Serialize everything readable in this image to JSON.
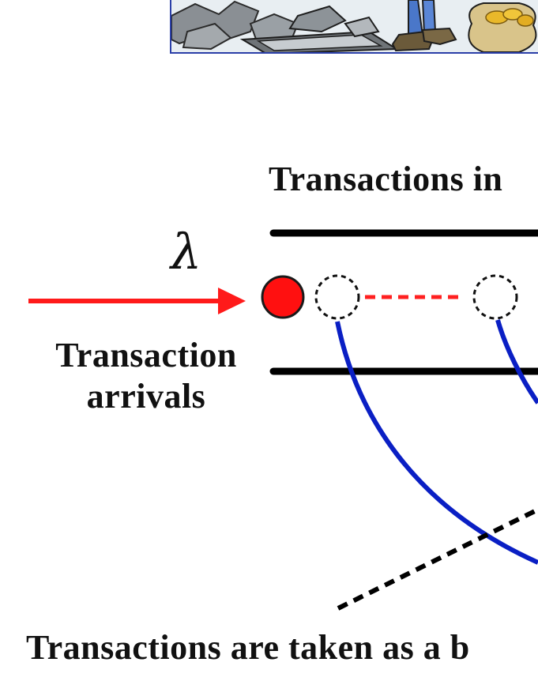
{
  "diagram": {
    "queue_title": "Transactions in",
    "rate_symbol": "λ",
    "arrivals_label_line1": "Transaction",
    "arrivals_label_line2": "arrivals",
    "bottom_caption": "Transactions are taken as a b",
    "colors": {
      "arrival_arrow": "#ff1a1a",
      "arriving_transaction": "#ff1010",
      "queue_walls": "#000000",
      "block_selection_curves": "#0a1fc4",
      "ellipsis_dashes": "#ff2020",
      "cartoon_border": "#2b3fa8"
    },
    "illustration": {
      "description_icon": "miner-cartoon-icon"
    }
  }
}
